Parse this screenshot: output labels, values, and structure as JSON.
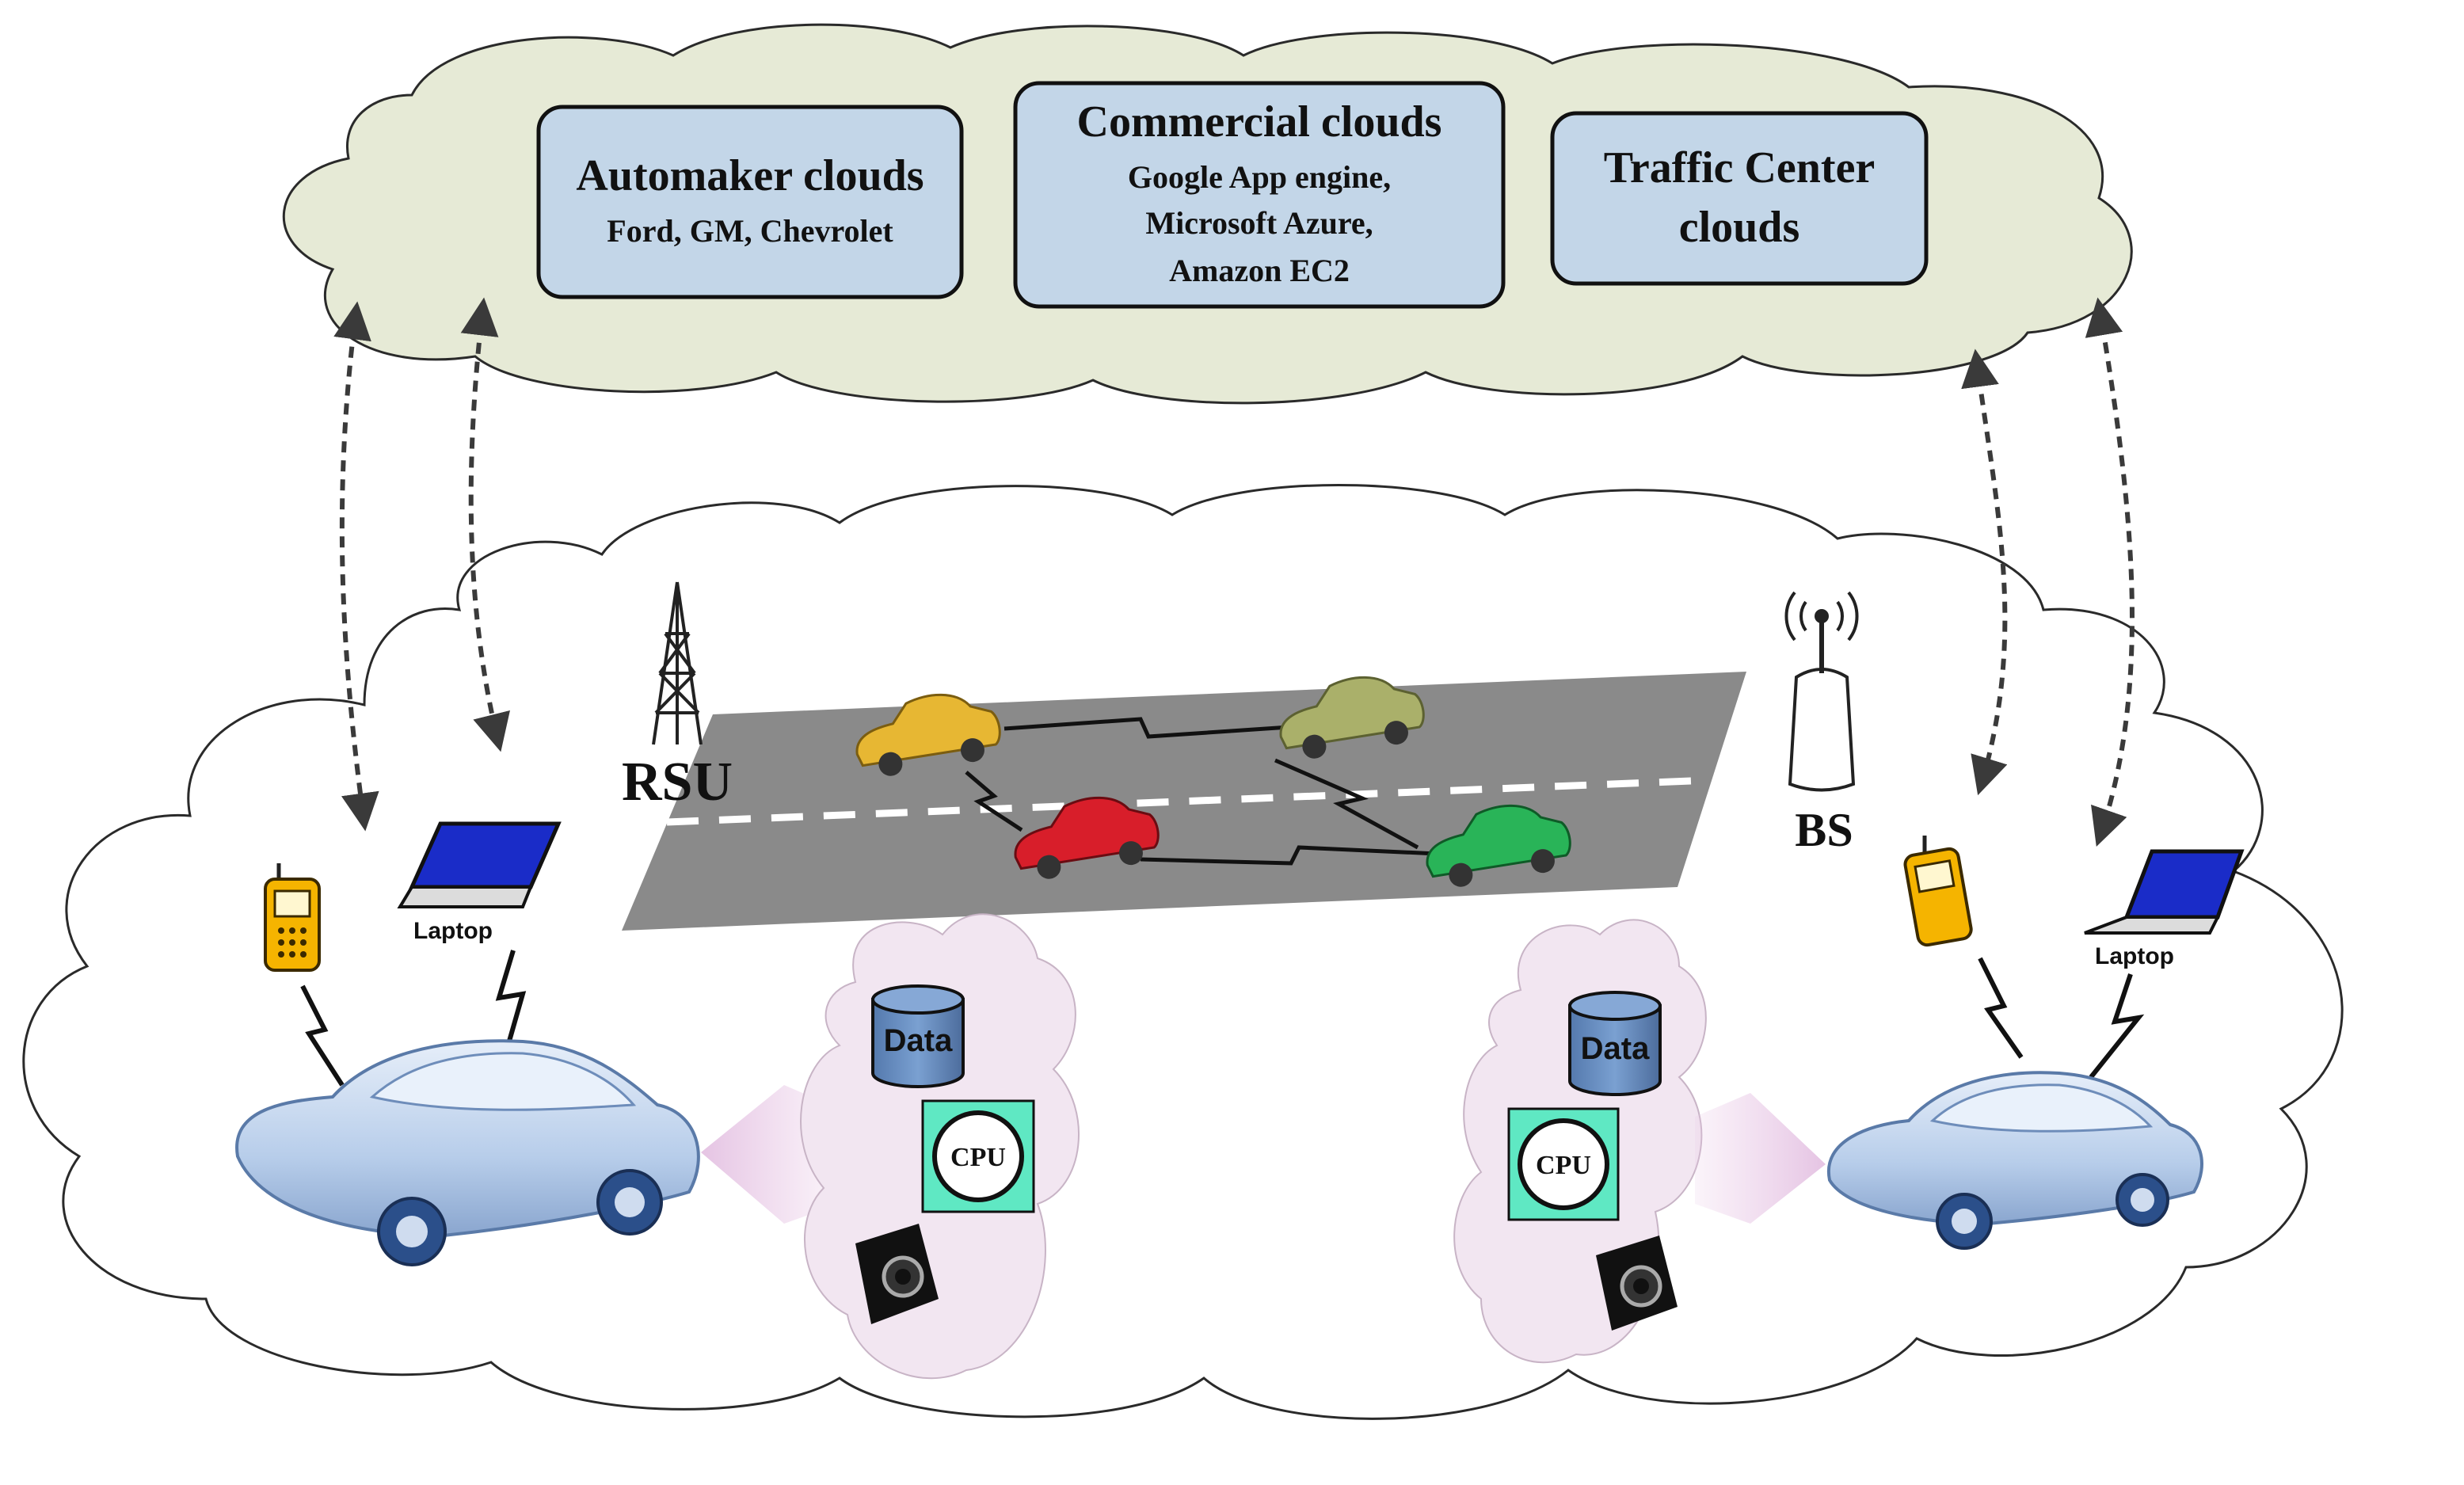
{
  "cloud_services": {
    "automaker": {
      "title": "Automaker clouds",
      "lines": [
        "Ford, GM, Chevrolet"
      ]
    },
    "commercial": {
      "title": "Commercial clouds",
      "lines": [
        "Google App engine,",
        "Microsoft Azure,",
        "Amazon EC2"
      ]
    },
    "traffic": {
      "title_lines": [
        "Traffic Center",
        "clouds"
      ]
    }
  },
  "labels": {
    "rsu": "RSU",
    "bs": "BS",
    "laptop_left": "Laptop",
    "laptop_right": "Laptop",
    "data_left": "Data",
    "data_right": "Data",
    "cpu_left": "CPU",
    "cpu_right": "CPU"
  },
  "colors": {
    "top_cloud_fill": "#e6ead6",
    "service_box_fill": "#c3d6e8",
    "local_cloud_fill": "#f2e6f1",
    "road": "#8a8a8a",
    "car_body": "#b7cdea",
    "cpu_box": "#5fe8c3",
    "data_cylinder": "#6b93c4",
    "phone": "#f5b400",
    "laptop_screen": "#1a2cc8"
  },
  "icons": [
    "radio-tower-icon",
    "antenna-icon",
    "phone-icon",
    "laptop-icon",
    "camera-icon",
    "car-icon",
    "lightning-link-icon"
  ]
}
